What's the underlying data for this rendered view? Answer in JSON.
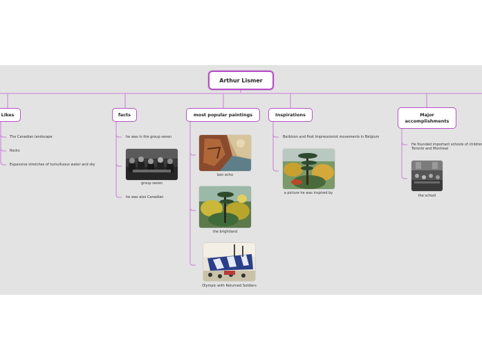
{
  "root": {
    "title": "Arthur Lismer"
  },
  "branches": {
    "likes": {
      "title": "Likes",
      "items": [
        "The Canadian landscape",
        "Rocks",
        "Expansive stretches of tumultuous water and sky"
      ]
    },
    "facts": {
      "title": "facts",
      "items": [
        "he was in the group seven",
        "group seven",
        "he was also Canadian"
      ]
    },
    "popular": {
      "title": "most popular paintings",
      "items": [
        "bon echo",
        "the brightland",
        "Olympic with Returned Soldiers"
      ]
    },
    "inspirations": {
      "title": "Inspirations",
      "items": [
        "Barbizon and Post Impressionist movements in Belgium",
        "a picture he was inspired by"
      ]
    },
    "accomplishments": {
      "title": "Major accomplishments",
      "items": [
        "He founded important schools of children's art in Toronto and Montreal",
        "the school"
      ]
    }
  },
  "colors": {
    "line": "#c77dd6",
    "node_border": "#b64fc6",
    "canvas": "#e3e3e3"
  }
}
